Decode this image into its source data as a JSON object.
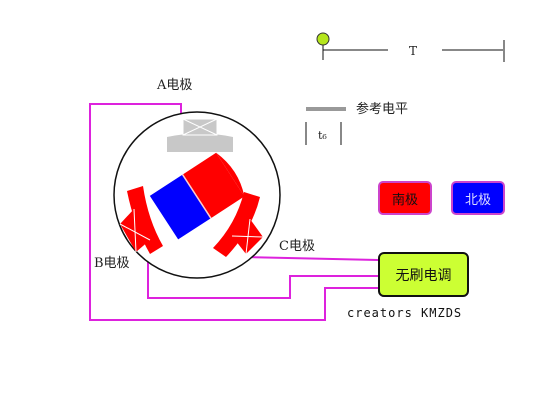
{
  "labels": {
    "electrode_a": "A电极",
    "electrode_b": "B电极",
    "electrode_c": "C电极",
    "period": "T",
    "reference_level": "参考电平",
    "time_step": "t₆",
    "esc": "无刷电调",
    "credit": "creators KMZDS"
  },
  "buttons": {
    "south_pole": "南极",
    "north_pole": "北极"
  },
  "colors": {
    "south": "#ff0000",
    "north": "#0000ff",
    "wire": "#dd22dd",
    "esc_fill": "#ccff33",
    "indicator": "#b5e61d",
    "coil_gray": "#c8c8c8"
  }
}
